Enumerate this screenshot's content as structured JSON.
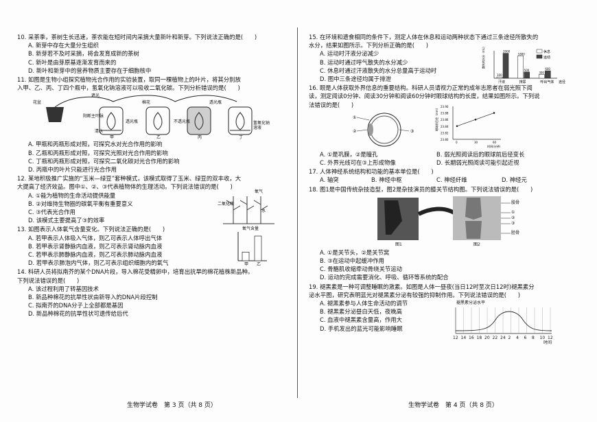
{
  "left": {
    "q10": {
      "stem": "10. 采茶季，茶树生长迅速，茶农能在短时间内采摘大量新叶和新芽。下列说法正确的是(　　)",
      "a": "A. 新芽中存在大量分生组织",
      "b": "B. 新芽若不及时采摘，将会发育成新的茶树",
      "c": "C. 新叶是由芽原基逐渐发育而来的",
      "d": "D. 新叶和新芽中的营养物质主要存在于细胞核中"
    },
    "q11": {
      "stem1": "11. 如图是生物小组探究植物光合作用的实验装置，取同一棵植物上的叶片，将其分别放",
      "stem2": "入甲、乙、丙、丁四个瓶中，氢氧化钠溶液可以吸收二氧化碳。下列分析错误的是(　　)",
      "fig": {
        "pot": "花盆",
        "blackout": "遮光",
        "leaf": "阳断主叶脉",
        "cotton": "棉花",
        "transparent1": "透光瓶",
        "transparent2": "透光瓶",
        "opaque": "不透光瓶",
        "clear_water": "清水",
        "naoh": "氢氧化钠溶液",
        "jia": "甲",
        "yi": "乙",
        "bing": "丙",
        "ding": "丁"
      },
      "a": "A. 甲瓶和丙瓶形成对照，可探究水对光合作用的影响",
      "b": "B. 乙瓶和丙瓶形成对照，可探究光照对光合作用的影响",
      "c": "C. 丁瓶和丙瓶形成对照，可探究二氧化碳对光合作用的影响",
      "d": "D. 丙瓶中的叶片只能进行光合作用"
    },
    "q12": {
      "stem1": "12. 某地积极推广实施的“玉米—绿豆”套种模式，该模式取得了玉米、绿豆的双丰收，大",
      "stem2": "大提高了经济效益。图中①、②、③代表植物体的生理活动。下列说法错误的是(　　)",
      "fig": {
        "o2": "氧气",
        "co2": "二氧化碳",
        "water": "水"
      },
      "a": "A. ①能为植物的生命活动提供能量",
      "b": "B. ②对维持生物圈的碳氧平衡有重要意义",
      "c": "C. ③代表光合作用",
      "d": "D. 该模式主要提高了③的效率"
    },
    "q13": {
      "stem": "13. 如图表示人体氧气含量变化。下列说法正确的是(　　)",
      "chart_label": "氧气含量",
      "a": "A. 若甲表示人体吸入气体，则乙可表示人体呼出气体",
      "b": "B. 若甲表示肾静脉内血液，则乙可表示肾动脉内血液",
      "c": "C. 若甲表示肺静脉内血液，则乙可表示肺动脉内血液",
      "d": "D. 若甲表示肺泡内气体，则乙可表示组织细胞内的氧气"
    },
    "q14": {
      "stem1": "14. 科研人员将拟南芥的某个DNA片段，导入棉花受精卵中，培育出抗旱的棉花植株新品种。",
      "stem2": "下列说法错误的是(　　)",
      "a": "A. 该过程利用了转基因技术",
      "b": "B. 新品种棉花的抗旱性状由新导入的DNA片段控制",
      "c": "C. 拟南芥的DNA分子上全部都是基因",
      "d": "D. 新品种棉花的抗旱性状可遗传给后代"
    },
    "footer": "生物学试卷　第 3 页（共 8 页）"
  },
  "right": {
    "q15": {
      "stem1": "15. 在环境和遗食相同的条件下，测定人体在休息和运动两种状态下通过三条途径所散失的",
      "stem2": "水分，结果如图所示。下列分析正确的是(　　)",
      "a": "A. 运动时汗液分泌减少",
      "b": "B. 运动时通过呼气散失的水分减少",
      "c": "C. 休息时通过汗液散失的水分总量高于运动时",
      "d": "D. 图中三条途径均属于排泄"
    },
    "q16": {
      "stem1": "16. 眼是人体获取外界信息的重要结构。科研人员请视力正常的成年志愿者在弱光照下阅",
      "stem2": "读，测定阅读0分钟、阅读30分钟和阅读60分钟时眼球结构的长度，结果如图所示。下列说",
      "stem3": "法错误的是(　　)",
      "a": "A. ①是巩膜，②是瞳孔",
      "b": "B. 弱光照阅读后的眼球前后径变长",
      "c": "C. 外界光线可在③上形成物像",
      "d": "D. 长期弱光照阅读可能引起近视"
    },
    "q17": {
      "stem": "17. 人体神经系统结构和功能的基本单位是(　　)",
      "a": "A. 轴突",
      "b": "B. 神经中枢",
      "c": "C. 神经纤维",
      "d": "D. 神经元"
    },
    "q18": {
      "stem": "18. 图1是中国传统杂技造型，图2是杂技演员的膝关节结构图。下列说法错误的是(　　)",
      "fig": {
        "f1": "图1",
        "f2": "图2",
        "l1": "股骨",
        "l2": "①",
        "l3": "②",
        "l4": "③",
        "l5": "胫骨"
      },
      "a": "A. ①是关节头，②是关节窝",
      "b": "B. ③在运动中起缓冲作用",
      "c": "C. 骨骼肌收缩牵动骨绕关节运动",
      "d": "D. 运动的完成需要消化、呼吸、循环等系统的配合"
    },
    "q19": {
      "stem1": "19. 褪黑素是一种可调整睡眠的激素。如图是人体一昼夜(当日12时至次日12时)褪黑素分",
      "stem2": "泌水平图，研究表明蓝光对褪黑素分泌有较强的抑制作用。下列说法错误的是(　　)",
      "chart_title": "褪黑素分泌水平",
      "time_label": "时间",
      "ticks": [
        "12",
        "14",
        "16",
        "18",
        "20",
        "22",
        "24",
        "2",
        "4",
        "6",
        "8",
        "10",
        "12"
      ],
      "a": "A. 褪黑素参与人体生命活动的调节",
      "b": "B. 褪黑素分泌昼白天低，夜晚高",
      "c": "C. 血液中褪黑素含量高，作用大",
      "d": "D. 手机发出的蓝光可能影响睡眠"
    },
    "footer": "生物学试卷　第 4 页（共 8 页）"
  },
  "chart_data": [
    {
      "type": "bar",
      "ylabel": "散失的水分（mL）",
      "categories": [
        "汗液",
        "排尿",
        "呼出气体"
      ],
      "xlabel": "途径",
      "series": [
        {
          "name": "休息",
          "values": [
            100,
            1800,
            300
          ]
        },
        {
          "name": "运动",
          "values": [
            2000,
            500,
            600
          ]
        }
      ],
      "value_labels": {
        "休息": [
          "100",
          "1800",
          "300"
        ],
        "运动": [
          "2000",
          "500",
          "600"
        ]
      },
      "ylim": [
        0,
        2200
      ]
    },
    {
      "type": "line",
      "ylabel": "眼球前后径（mm）",
      "xlabel": "时间(分钟)",
      "x": [
        0,
        30,
        60
      ],
      "y": [
        23.84,
        23.86,
        23.88
      ],
      "yticks": [
        "23.80",
        "23.82",
        "23.84",
        "23.86",
        "23.88",
        "23.90"
      ],
      "ylim": [
        23.8,
        23.9
      ]
    },
    {
      "type": "bar",
      "ylabel": "氧气含量",
      "categories": [
        "甲",
        "乙"
      ],
      "values": [
        0.35,
        1.0
      ]
    }
  ]
}
